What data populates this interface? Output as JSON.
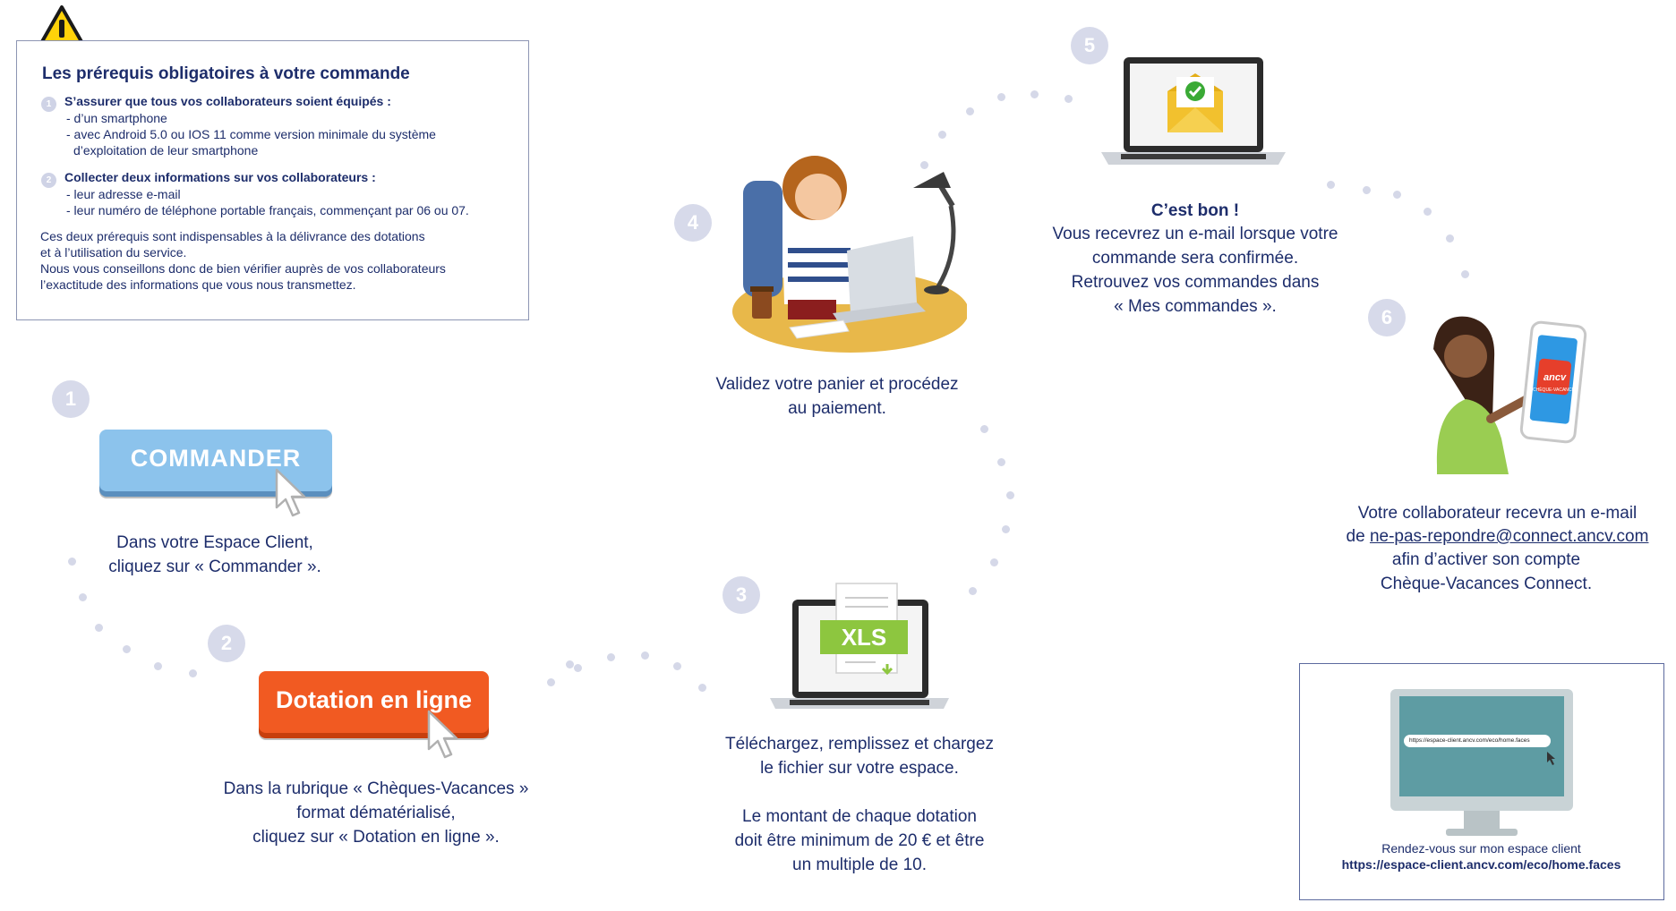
{
  "prerequisites": {
    "title": "Les prérequis obligatoires à votre commande",
    "item1": {
      "number": "1",
      "heading": "S’assurer que tous vos collaborateurs soient équipés :",
      "lines": [
        "- d’un smartphone",
        "- avec Android 5.0 ou IOS 11 comme version minimale du système",
        "d’exploitation de leur smartphone"
      ]
    },
    "item2": {
      "number": "2",
      "heading": "Collecter deux informations sur vos collaborateurs :",
      "lines": [
        "- leur adresse e-mail",
        "- leur numéro de téléphone portable français, commençant par 06 ou 07."
      ]
    },
    "notes": [
      "Ces deux prérequis sont indispensables à la délivrance des dotations",
      "et à l’utilisation du service.",
      "Nous vous conseillons donc de bien vérifier auprès de vos collaborateurs",
      "l’exactitude des informations que vous nous transmettez."
    ]
  },
  "steps": {
    "s1": {
      "number": "1",
      "button": "COMMANDER",
      "caption": [
        "Dans votre Espace Client,",
        "cliquez sur « Commander »."
      ]
    },
    "s2": {
      "number": "2",
      "button": "Dotation en ligne",
      "caption": [
        "Dans la rubrique « Chèques-Vacances »",
        "format dématérialisé,",
        "cliquez sur « Dotation en ligne »."
      ]
    },
    "s3": {
      "number": "3",
      "badge": "XLS",
      "caption": [
        "Téléchargez, remplissez et chargez",
        "le fichier sur votre espace.",
        "",
        "Le montant de chaque dotation",
        "doit être minimum de 20 € et être",
        "un multiple de 10."
      ]
    },
    "s4": {
      "number": "4",
      "caption": [
        "Validez votre panier et procédez",
        "au paiement."
      ]
    },
    "s5": {
      "number": "5",
      "caption_title": "C’est bon !",
      "caption": [
        "Vous recevrez un e-mail lorsque votre",
        "commande sera confirmée.",
        "Retrouvez vos commandes dans",
        "« Mes commandes »."
      ]
    },
    "s6": {
      "number": "6",
      "caption_line1": "Votre collaborateur recevra un e-mail",
      "caption_de": "de",
      "caption_email": "ne-pas-repondre@connect.ancv.com",
      "caption_rest": [
        "afin d’activer son compte",
        "Chèque-Vacances Connect."
      ],
      "phone_logo": "ancv",
      "phone_sub": "CHÈQUE-VACANCES"
    }
  },
  "espace": {
    "screen_url": "https://espace-client.ancv.com/eco/home.faces",
    "label": "Rendez-vous sur mon espace client",
    "url": "https://espace-client.ancv.com/eco/home.faces"
  },
  "colors": {
    "navy": "#1d2d6b",
    "commander": "#8cc3ec",
    "dotation": "#f15a22",
    "xls": "#8dc63f",
    "step_circle": "#d7daea"
  }
}
